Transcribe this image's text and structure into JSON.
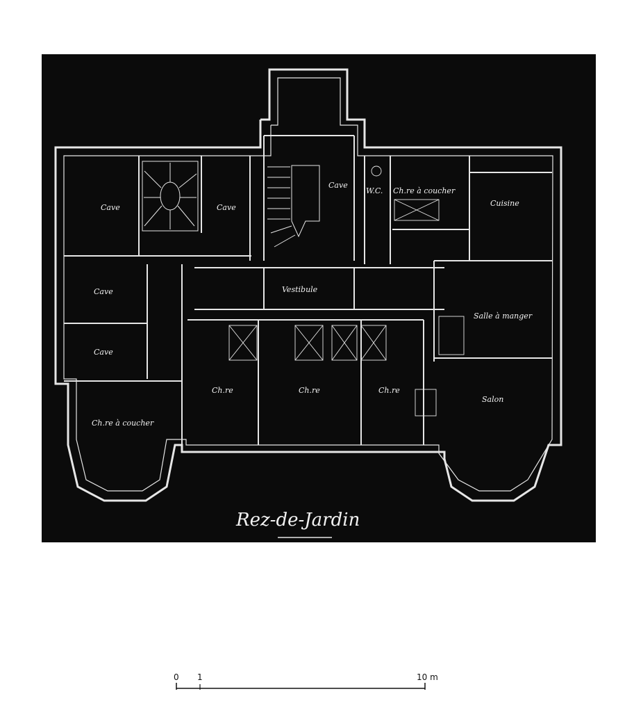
{
  "plan_title": "Rez-de-Jardin",
  "rooms": {
    "cave_1": "Cave",
    "cave_2": "Cave",
    "cave_stair": "Cave",
    "cave_3": "Cave",
    "cave_4": "Cave",
    "chambre_a_coucher_left": "Ch.re à coucher",
    "wc": "W.C.",
    "chambre_a_coucher_top": "Ch.re à coucher",
    "cuisine": "Cuisine",
    "vestibule": "Vestibule",
    "salle_a_manger": "Salle à manger",
    "chambre_1": "Ch.re",
    "chambre_2": "Ch.re",
    "chambre_3": "Ch.re",
    "salon": "Salon"
  },
  "scale_bar": {
    "label_0": "0",
    "label_1": "1",
    "label_10": "10 m"
  },
  "colors": {
    "background": "#0b0b0b",
    "lines": "#e6e6e6",
    "page": "#ffffff"
  }
}
